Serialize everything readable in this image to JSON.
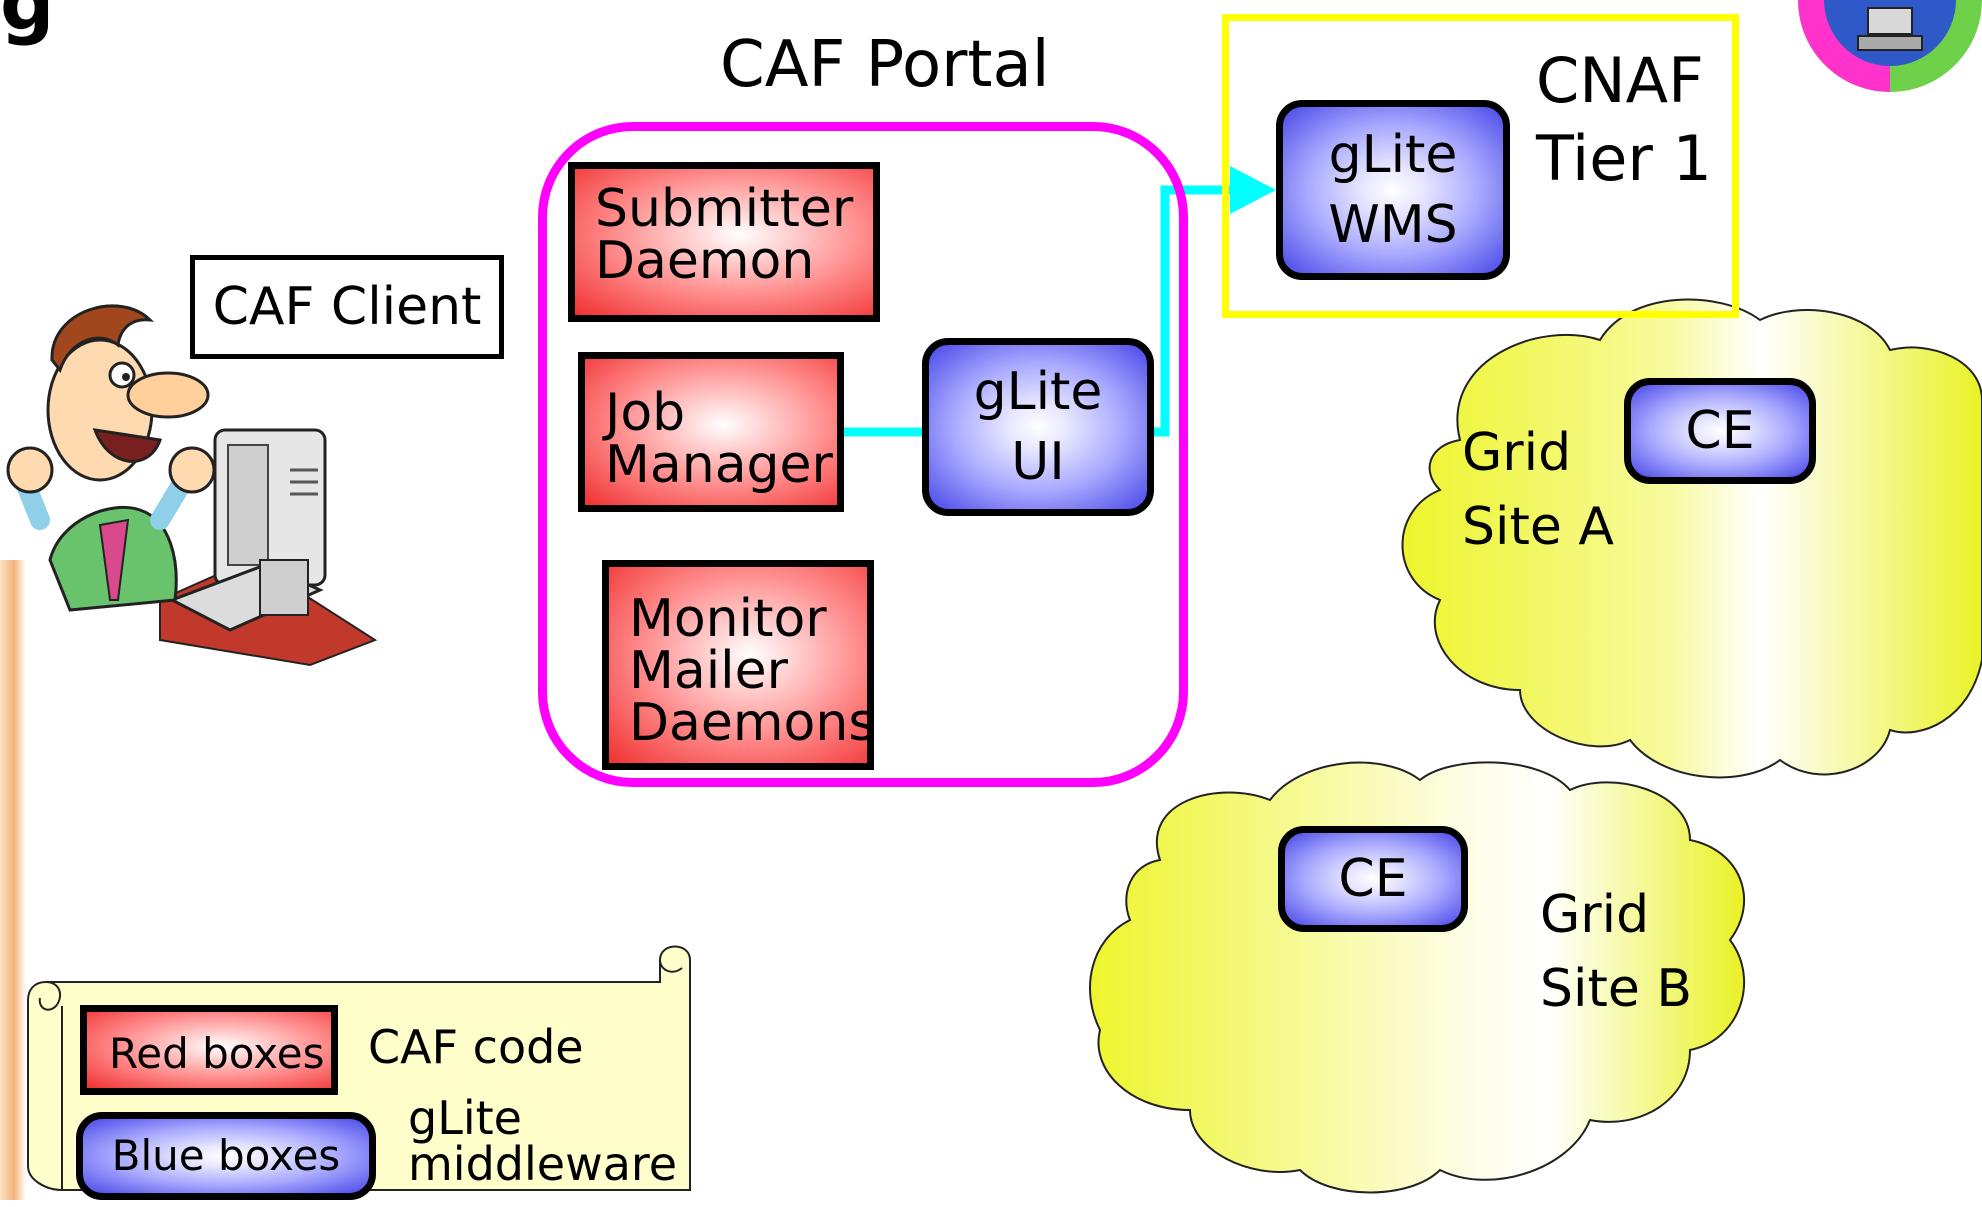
{
  "title_fragment": "g",
  "portal": {
    "title": "CAF Portal"
  },
  "client": {
    "label": "CAF Client"
  },
  "cnaf": {
    "line1": "CNAF",
    "line2": "Tier 1"
  },
  "boxes": {
    "submitter": {
      "line1": "Submitter",
      "line2": "Daemon"
    },
    "job_manager": {
      "line1": "Job",
      "line2": "Manager"
    },
    "monitor": {
      "line1": "Monitor",
      "line2": "Mailer",
      "line3": "Daemons"
    },
    "glite_ui": {
      "line1": "gLite",
      "line2": "UI"
    },
    "glite_wms": {
      "line1": "gLite",
      "line2": "WMS"
    },
    "ce_a": {
      "label": "CE"
    },
    "ce_b": {
      "label": "CE"
    }
  },
  "sites": {
    "a": {
      "line1": "Grid",
      "line2": "Site A"
    },
    "b": {
      "line1": "Grid",
      "line2": "Site B"
    }
  },
  "legend": {
    "red_box_label": "Red boxes",
    "red_desc": "CAF code",
    "blue_box_label": "Blue boxes",
    "blue_desc_line1": "gLite",
    "blue_desc_line2": "middleware"
  },
  "colors": {
    "portal_frame": "#ff00ff",
    "cnaf_frame": "#ffff00",
    "connector": "#00ffff",
    "red_box": "#f03030",
    "blue_box": "#4848e8",
    "cloud": "#f2f85a"
  },
  "icons": [
    "excited-user-at-computer-icon",
    "logo-badge-icon"
  ]
}
